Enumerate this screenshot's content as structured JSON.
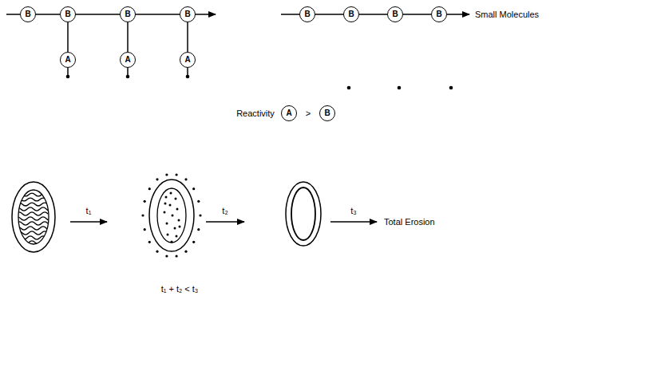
{
  "diagram": {
    "nodes": [
      {
        "text": [
          "B"
        ]
      },
      {
        "text": [
          "B"
        ]
      },
      {
        "text": [
          "B"
        ]
      },
      {
        "text": [
          "B"
        ]
      },
      {
        "text": [
          "A"
        ]
      },
      {
        "text": [
          "A"
        ]
      },
      {
        "text": [
          "A"
        ]
      },
      {
        "text": [
          "B"
        ]
      },
      {
        "text": [
          "B"
        ]
      },
      {
        "text": [
          "B"
        ]
      },
      {
        "text": [
          "B"
        ]
      },
      {
        "text": [
          "A"
        ]
      },
      {
        "text": [
          "B"
        ]
      }
    ],
    "edges": [
      {
        "from": 0,
        "to": 1,
        "arrow": "none"
      },
      {
        "from": 1,
        "to": 2,
        "arrow": "none"
      },
      {
        "from": 2,
        "to": 3,
        "arrow": "none"
      },
      {
        "from": 1,
        "to": 4,
        "arrow": "none"
      },
      {
        "from": 2,
        "to": 5,
        "arrow": "none"
      },
      {
        "from": 3,
        "to": 6,
        "arrow": "none"
      },
      {
        "from": 7,
        "to": 8,
        "arrow": "none"
      },
      {
        "from": 8,
        "to": 9,
        "arrow": "none"
      },
      {
        "from": 9,
        "to": 10,
        "arrow": "none"
      }
    ],
    "labels": [
      "Small Molecules",
      "Reactivity",
      ">",
      "t₁",
      "t₂",
      "t₃",
      "Total Erosion",
      "t₁ + t₂ < t₃"
    ]
  }
}
